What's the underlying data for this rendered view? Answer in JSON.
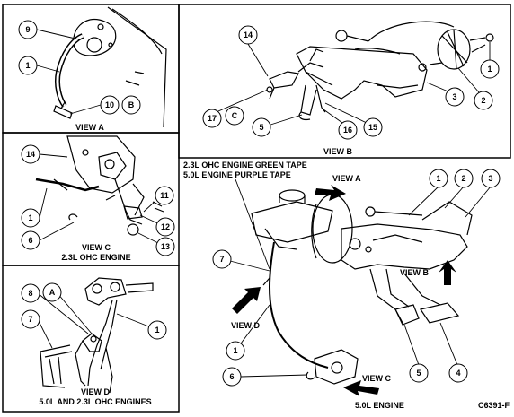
{
  "figure_code": "C6391-F",
  "views": {
    "a": {
      "caption": "VIEW A",
      "callouts": [
        "9",
        "1",
        "10",
        "B"
      ]
    },
    "b": {
      "caption": "VIEW B",
      "callouts": [
        "14",
        "1",
        "2",
        "3",
        "17",
        "C",
        "5",
        "16",
        "15"
      ]
    },
    "c": {
      "caption": "VIEW C",
      "subcaption": "2.3L OHC ENGINE",
      "callouts": [
        "14",
        "11",
        "1",
        "12",
        "6",
        "13"
      ]
    },
    "d": {
      "caption": "VIEW D",
      "subcaption": "5.0L AND 2.3L OHC ENGINES",
      "callouts": [
        "8",
        "A",
        "7",
        "1"
      ]
    },
    "main": {
      "tape_note_1": "2.3L OHC ENGINE GREEN TAPE",
      "tape_note_2": "5.0L ENGINE PURPLE TAPE",
      "pointer_view_a": "VIEW A",
      "pointer_view_b": "VIEW B",
      "pointer_view_c": "VIEW C",
      "pointer_view_d": "VIEW D",
      "caption": "5.0L ENGINE",
      "callouts": [
        "1",
        "2",
        "3",
        "7",
        "1",
        "5",
        "4",
        "6"
      ]
    }
  },
  "colors": {
    "ink": "#000000",
    "paper": "#ffffff",
    "shade": "#8a8a8a"
  }
}
